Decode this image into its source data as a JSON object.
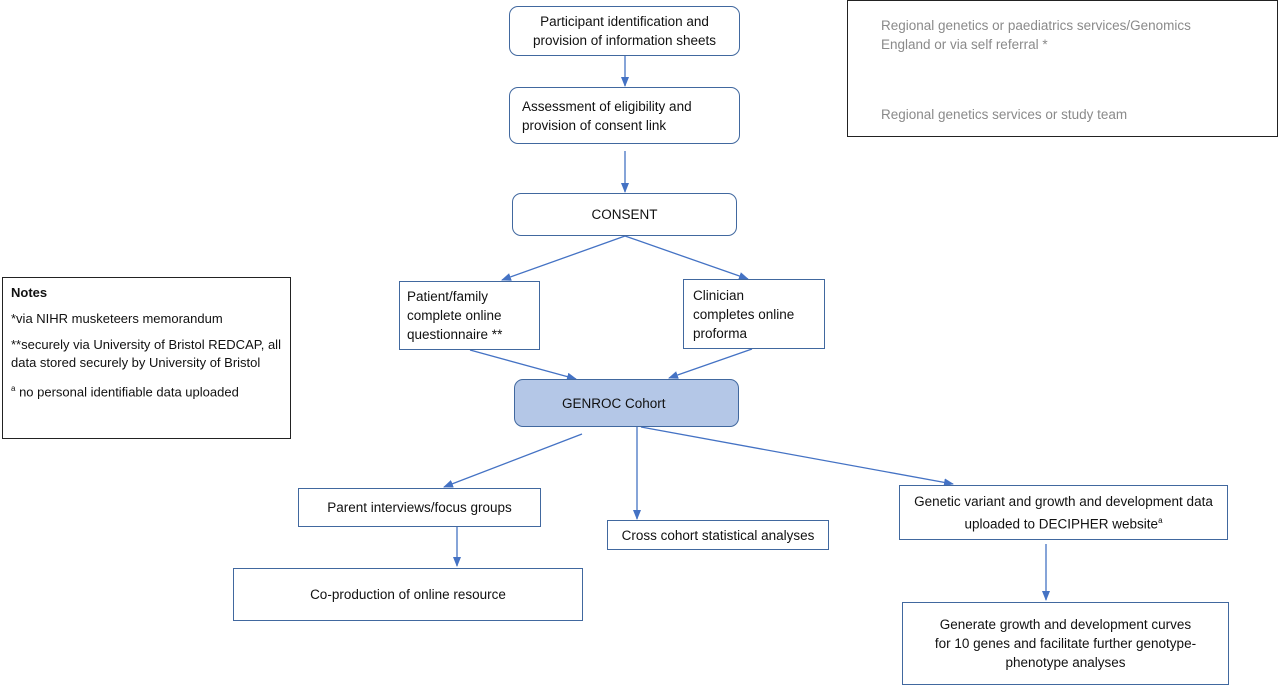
{
  "flow": {
    "identification": {
      "line1": "Participant identification and",
      "line2": "provision of information sheets"
    },
    "eligibility": {
      "line1": "Assessment of eligibility and",
      "line2": "provision of  consent link"
    },
    "consent": "CONSENT",
    "patient_questionnaire": {
      "line1": "Patient/family",
      "line2": "complete online",
      "line3": "questionnaire **"
    },
    "clinician_proforma": {
      "line1": "Clinician",
      "line2": "completes online",
      "line3": "proforma"
    },
    "cohort": "GENROC Cohort",
    "parent_interviews": "Parent interviews/focus groups",
    "cross_cohort": "Cross cohort statistical analyses",
    "decipher": {
      "line1": "Genetic variant and growth and development data",
      "line2": "uploaded to DECIPHER website",
      "sup": "a"
    },
    "coproduction": "Co-production of online resource",
    "curves": {
      "line1": "Generate growth and development curves",
      "line2": "for 10 genes and facilitate further genotype-",
      "line3": "phenotype analyses"
    }
  },
  "legend": {
    "regional_line1": "Regional genetics or paediatrics services/Genomics",
    "regional_line2": "England or via self referral *",
    "study_team": "Regional genetics services or study team"
  },
  "notes": {
    "title": "Notes",
    "note1": "*via NIHR musketeers memorandum",
    "note2": "**securely via University of Bristol REDCAP, all data stored securely by University of Bristol",
    "note3_sup": "a",
    "note3": " no personal identifiable data uploaded"
  },
  "colors": {
    "box_border": "#41689f",
    "arrow": "#4472c4",
    "cohort_fill": "#b4c7e7",
    "legend_text": "#8a8a8a"
  }
}
